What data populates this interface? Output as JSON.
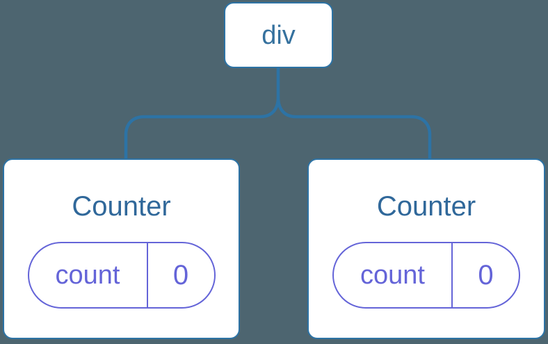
{
  "tree": {
    "root": {
      "label": "div"
    },
    "children": [
      {
        "title": "Counter",
        "state_key": "count",
        "state_value": "0"
      },
      {
        "title": "Counter",
        "state_key": "count",
        "state_value": "0"
      }
    ]
  },
  "colors": {
    "background": "#4D6570",
    "line": "#2D73A5",
    "node_bg": "#FFFFFF",
    "node_text": "#35719E",
    "title_text": "#30689A",
    "state_accent": "#6464D8"
  }
}
